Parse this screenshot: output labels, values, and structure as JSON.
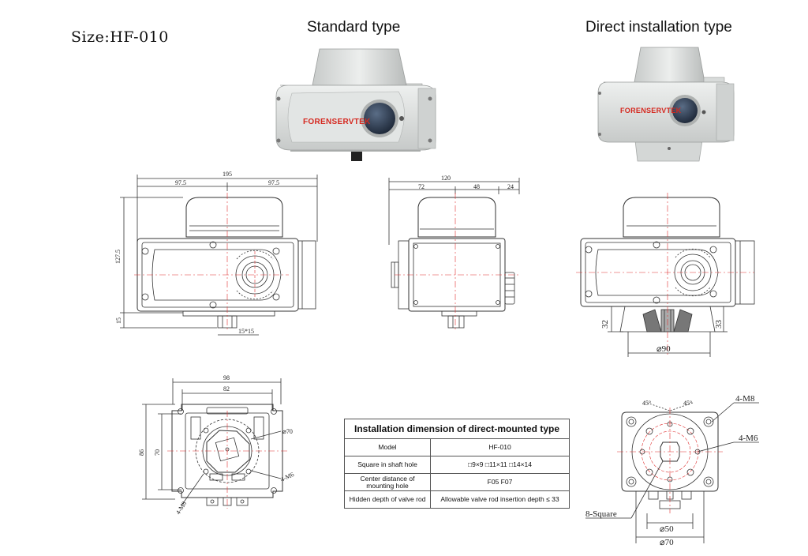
{
  "size_title": "Size:HF-010",
  "headings": {
    "standard": "Standard type",
    "direct": "Direct installation type"
  },
  "brand": "FORENSERVTEK",
  "dims": {
    "front_width": "195",
    "front_half_left": "97.5",
    "front_half_right": "97.5",
    "front_height": "127.5",
    "front_bottom": "15",
    "shaft_square": "15*15",
    "side_total": "120",
    "side_left": "72",
    "side_mid": "48",
    "side_right": "24",
    "direct_left": "32",
    "direct_right": "33",
    "direct_dia": "⌀90",
    "bottom_outer": "98",
    "bottom_inner": "82",
    "bottom_height_outer": "86",
    "bottom_height_inner": "70",
    "bottom_dia": "⌀70",
    "bottom_bolt_right": "4-M6",
    "bottom_bolt_left": "4-M8",
    "flange_m8": "4-M8",
    "flange_m6": "4-M6",
    "flange_angle_1": "45°",
    "flange_angle_2": "45°",
    "flange_square": "8-Square",
    "flange_dia_50": "⌀50",
    "flange_dia_70": "⌀70"
  },
  "table": {
    "title": "Installation dimension of direct-mounted type",
    "rows": [
      {
        "label": "Model",
        "value": "HF-010"
      },
      {
        "label": "Square in shaft hole",
        "value": "□9×9  □11×11  □14×14"
      },
      {
        "label": "Center distance of mounting hole",
        "value": "F05          F07"
      },
      {
        "label": "Hidden depth  of valve rod",
        "value": "Allowable valve rod  insertion depth ≤ 33"
      }
    ]
  }
}
